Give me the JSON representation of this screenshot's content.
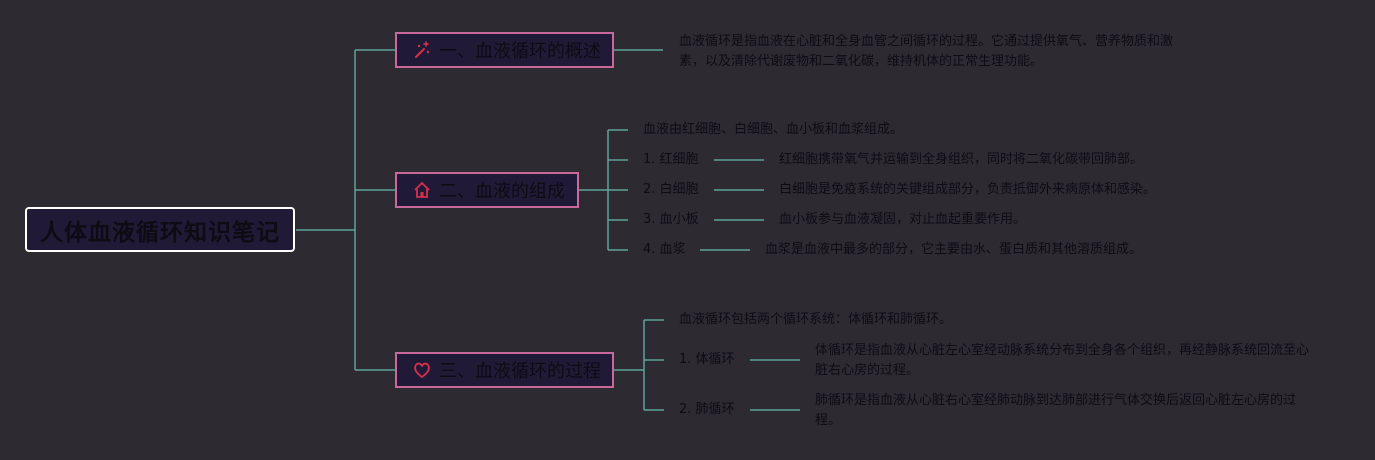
{
  "colors": {
    "background": "#2e2a32",
    "connector": "#5fa39a",
    "branch_border": "#c86a9b",
    "node_fill": "#211a37",
    "icon_red": "#d6304d",
    "text": "#0d0b14"
  },
  "root": {
    "title": "人体血液循环知识笔记"
  },
  "branches": [
    {
      "title": "一、血液循环的概述",
      "icon": "magic-wand-icon",
      "text": "血液循环是指血液在心脏和全身血管之间循环的过程。它通过提供氧气、营养物质和激素，以及清除代谢废物和二氧化碳，维持机体的正常生理功能。"
    },
    {
      "title": "二、血液的组成",
      "icon": "home-icon",
      "intro": "血液由红细胞、白细胞、血小板和血浆组成。",
      "items": [
        {
          "label": "1. 红细胞",
          "desc": "红细胞携带氧气并运输到全身组织，同时将二氧化碳带回肺部。"
        },
        {
          "label": "2. 白细胞",
          "desc": "白细胞是免疫系统的关键组成部分，负责抵御外来病原体和感染。"
        },
        {
          "label": "3. 血小板",
          "desc": "血小板参与血液凝固，对止血起重要作用。"
        },
        {
          "label": "4. 血浆",
          "desc": "血浆是血液中最多的部分，它主要由水、蛋白质和其他溶质组成。"
        }
      ]
    },
    {
      "title": "三、血液循环的过程",
      "icon": "heart-icon",
      "intro": "血液循环包括两个循环系统：体循环和肺循环。",
      "items": [
        {
          "label": "1. 体循环",
          "desc": "体循环是指血液从心脏左心室经动脉系统分布到全身各个组织，再经静脉系统回流至心脏右心房的过程。"
        },
        {
          "label": "2. 肺循环",
          "desc": "肺循环是指血液从心脏右心室经肺动脉到达肺部进行气体交换后返回心脏左心房的过程。"
        }
      ]
    }
  ]
}
